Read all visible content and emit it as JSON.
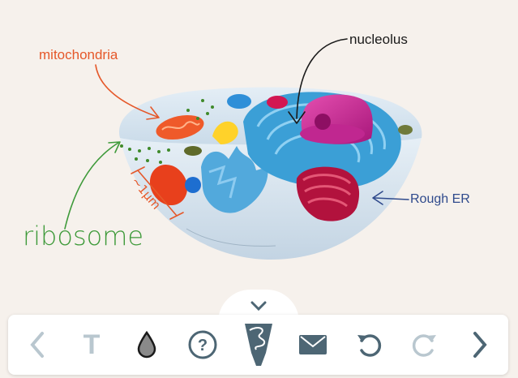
{
  "annotations": {
    "mitochondria": "mitochondria",
    "nucleolus": "nucleolus",
    "rough_er": "Rough ER",
    "ribosome": "ribosome",
    "scale": "~1μm"
  },
  "colors": {
    "mito_annotation": "#e5582a",
    "ribosome_annotation": "#3e9a3a",
    "rough_er_annotation": "#2f4a8c",
    "nucleolus_annotation": "#1a1a1a",
    "toolbar_icon_active": "#4d6674",
    "toolbar_icon_disabled": "#b9c7cf"
  },
  "toolbar": {
    "text_tool_label": "T",
    "help_label": "?",
    "collapse_icon": "chevron-down-icon",
    "buttons": [
      {
        "name": "back-button",
        "icon": "chevron-left-icon",
        "enabled": false
      },
      {
        "name": "text-tool-button",
        "icon": "text-icon",
        "enabled": false
      },
      {
        "name": "ink-color-button",
        "icon": "drop-icon",
        "enabled": true
      },
      {
        "name": "help-button",
        "icon": "question-circle-icon",
        "enabled": true
      },
      {
        "name": "eraser-tool-button",
        "icon": "scribble-eraser-icon",
        "enabled": true,
        "selected": true
      },
      {
        "name": "send-button",
        "icon": "envelope-icon",
        "enabled": true
      },
      {
        "name": "undo-button",
        "icon": "undo-icon",
        "enabled": true
      },
      {
        "name": "redo-button",
        "icon": "redo-icon",
        "enabled": false
      },
      {
        "name": "forward-button",
        "icon": "chevron-right-icon",
        "enabled": true
      }
    ]
  }
}
